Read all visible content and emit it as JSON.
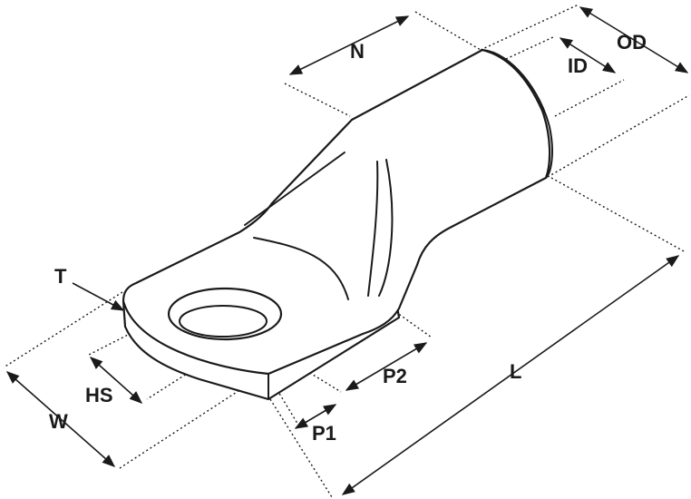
{
  "labels": {
    "n": "N",
    "od": "OD",
    "id": "ID",
    "t": "T",
    "hs": "HS",
    "w": "W",
    "p1": "P1",
    "p2": "P2",
    "l": "L"
  }
}
